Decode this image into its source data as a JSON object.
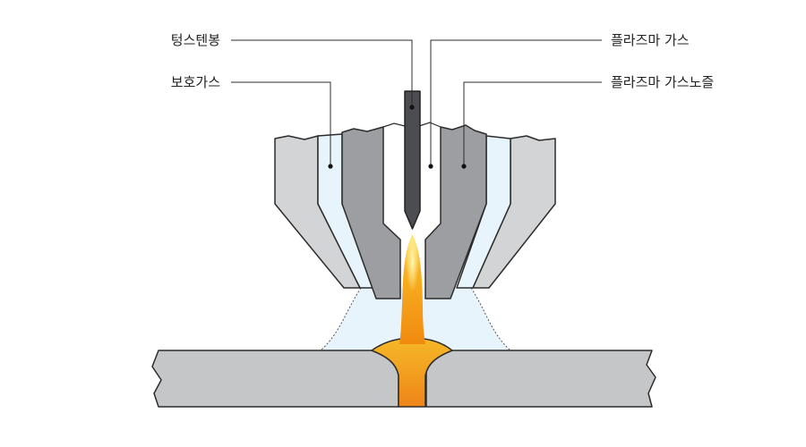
{
  "labels": {
    "tungsten_rod": "텅스텐봉",
    "shield_gas": "보호가스",
    "plasma_gas": "플라즈마 가스",
    "plasma_nozzle": "플라즈마 가스노즐"
  },
  "colors": {
    "outer_shell": "#d3d4d6",
    "shield_gas_fill": "#e8f4fc",
    "nozzle": "#9d9ea1",
    "electrode": "#4c4d50",
    "base_metal": "#c5c6c8",
    "weld_pool": "#f0a020",
    "arc_core": "#ffe06a",
    "outline": "#2c2c2c"
  }
}
